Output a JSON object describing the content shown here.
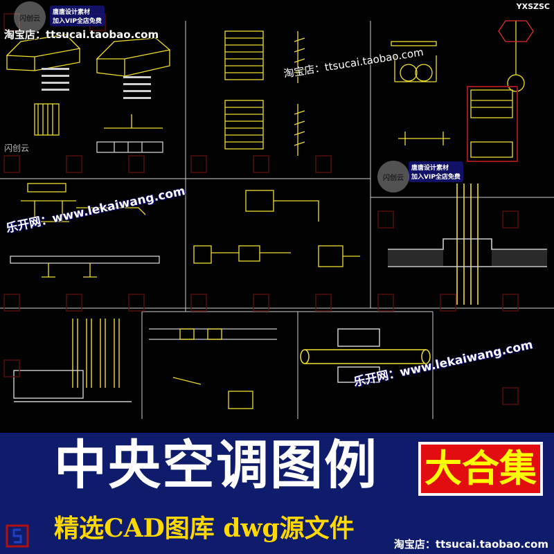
{
  "watermarks": {
    "top_right": "YXSZSC",
    "shop_top": "淘宝店：ttsucai.taobao.com",
    "shop_mid": "淘宝店：ttsucai.taobao.com",
    "lekai_1": "乐开网：www.lekaiwang.com",
    "lekai_2": "乐开网：www.lekaiwang.com",
    "brand_left": "闪创云",
    "stamp_1_line1": "唐唐设计素材",
    "stamp_1_line2": "加入VIP全店免费",
    "stamp_2_line1": "唐唐设计素材",
    "stamp_2_line2": "加入VIP全店免费",
    "stamp_circle_1": "闪创云",
    "stamp_circle_2": "闪创云"
  },
  "banner": {
    "title": "中央空调图例",
    "badge": "大合集",
    "subtitle": "精选CAD图库  dwg源文件",
    "shop": "淘宝店：ttsucai.taobao.com"
  },
  "colors": {
    "cad_background": "#020202",
    "cad_line": "#f0e030",
    "cad_grid": "#c8c8c8",
    "banner_background": "#0f1c6b",
    "title_text": "#ffffff",
    "badge_background": "#e10d10",
    "badge_text": "#ffff00",
    "subtitle_text": "#ffd800",
    "logo_red": "#b01010"
  },
  "icons": [
    "logo-mark-icon"
  ]
}
